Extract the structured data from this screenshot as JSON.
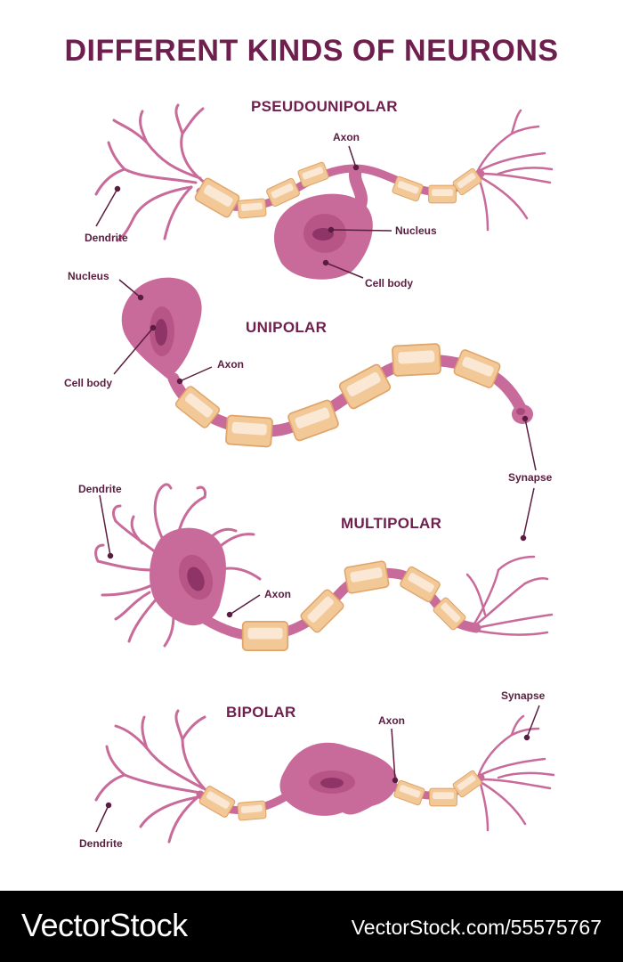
{
  "title": "DIFFERENT KINDS OF NEURONS",
  "sections": {
    "pseudounipolar": {
      "title": "PSEUDOUNIPOLAR",
      "labels": {
        "axon": "Axon",
        "nucleus": "Nucleus",
        "cell_body": "Cell body",
        "dendrite": "Dendrite"
      }
    },
    "unipolar": {
      "title": "UNIPOLAR",
      "labels": {
        "nucleus": "Nucleus",
        "cell_body": "Cell body",
        "axon": "Axon",
        "synapse": "Synapse"
      }
    },
    "multipolar": {
      "title": "MULTIPOLAR",
      "labels": {
        "dendrite": "Dendrite",
        "axon": "Axon"
      }
    },
    "bipolar": {
      "title": "BIPOLAR",
      "labels": {
        "axon": "Axon",
        "synapse": "Synapse",
        "dendrite": "Dendrite"
      }
    }
  },
  "footer": {
    "brand": "VectorStock",
    "image_id": "VectorStock.com/55575767"
  },
  "colors": {
    "title": "#6e1f4d",
    "neuron": "#c96b9a",
    "neuron_dark": "#a84a7a",
    "nucleus": "#a8447a",
    "myelin": "#f2c896",
    "myelin_inner": "#fbe8d4",
    "line": "#5a1d40"
  }
}
